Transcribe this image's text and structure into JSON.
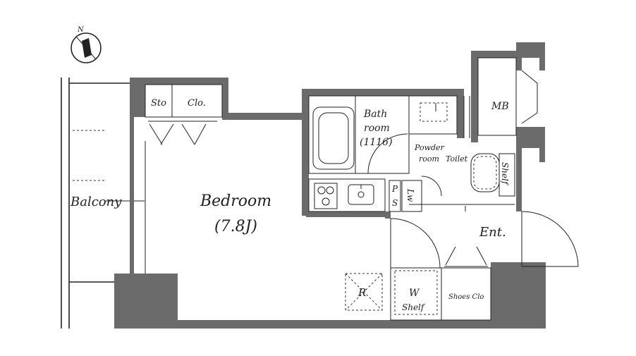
{
  "compass": {
    "north_label": "N"
  },
  "rooms": {
    "balcony": "Balcony",
    "bedroom": "Bedroom",
    "bedroom_size": "(7.8J)",
    "storage": "Sto",
    "closet": "Clo.",
    "bathroom": "Bath",
    "bathroom_2": "room",
    "bathroom_size": "(1116)",
    "powder_1": "Powder",
    "powder_2": "room",
    "toilet": "Toilet",
    "shelf_toilet": "Shelf",
    "mb": "MB",
    "ps_p": "P",
    "ps_s": "S",
    "laundry": "Lw",
    "entrance": "Ent.",
    "refrigerator": "R",
    "w_shelf_w": "W",
    "w_shelf_shelf": "Shelf",
    "shoes_closet": "Shoes Clo"
  }
}
